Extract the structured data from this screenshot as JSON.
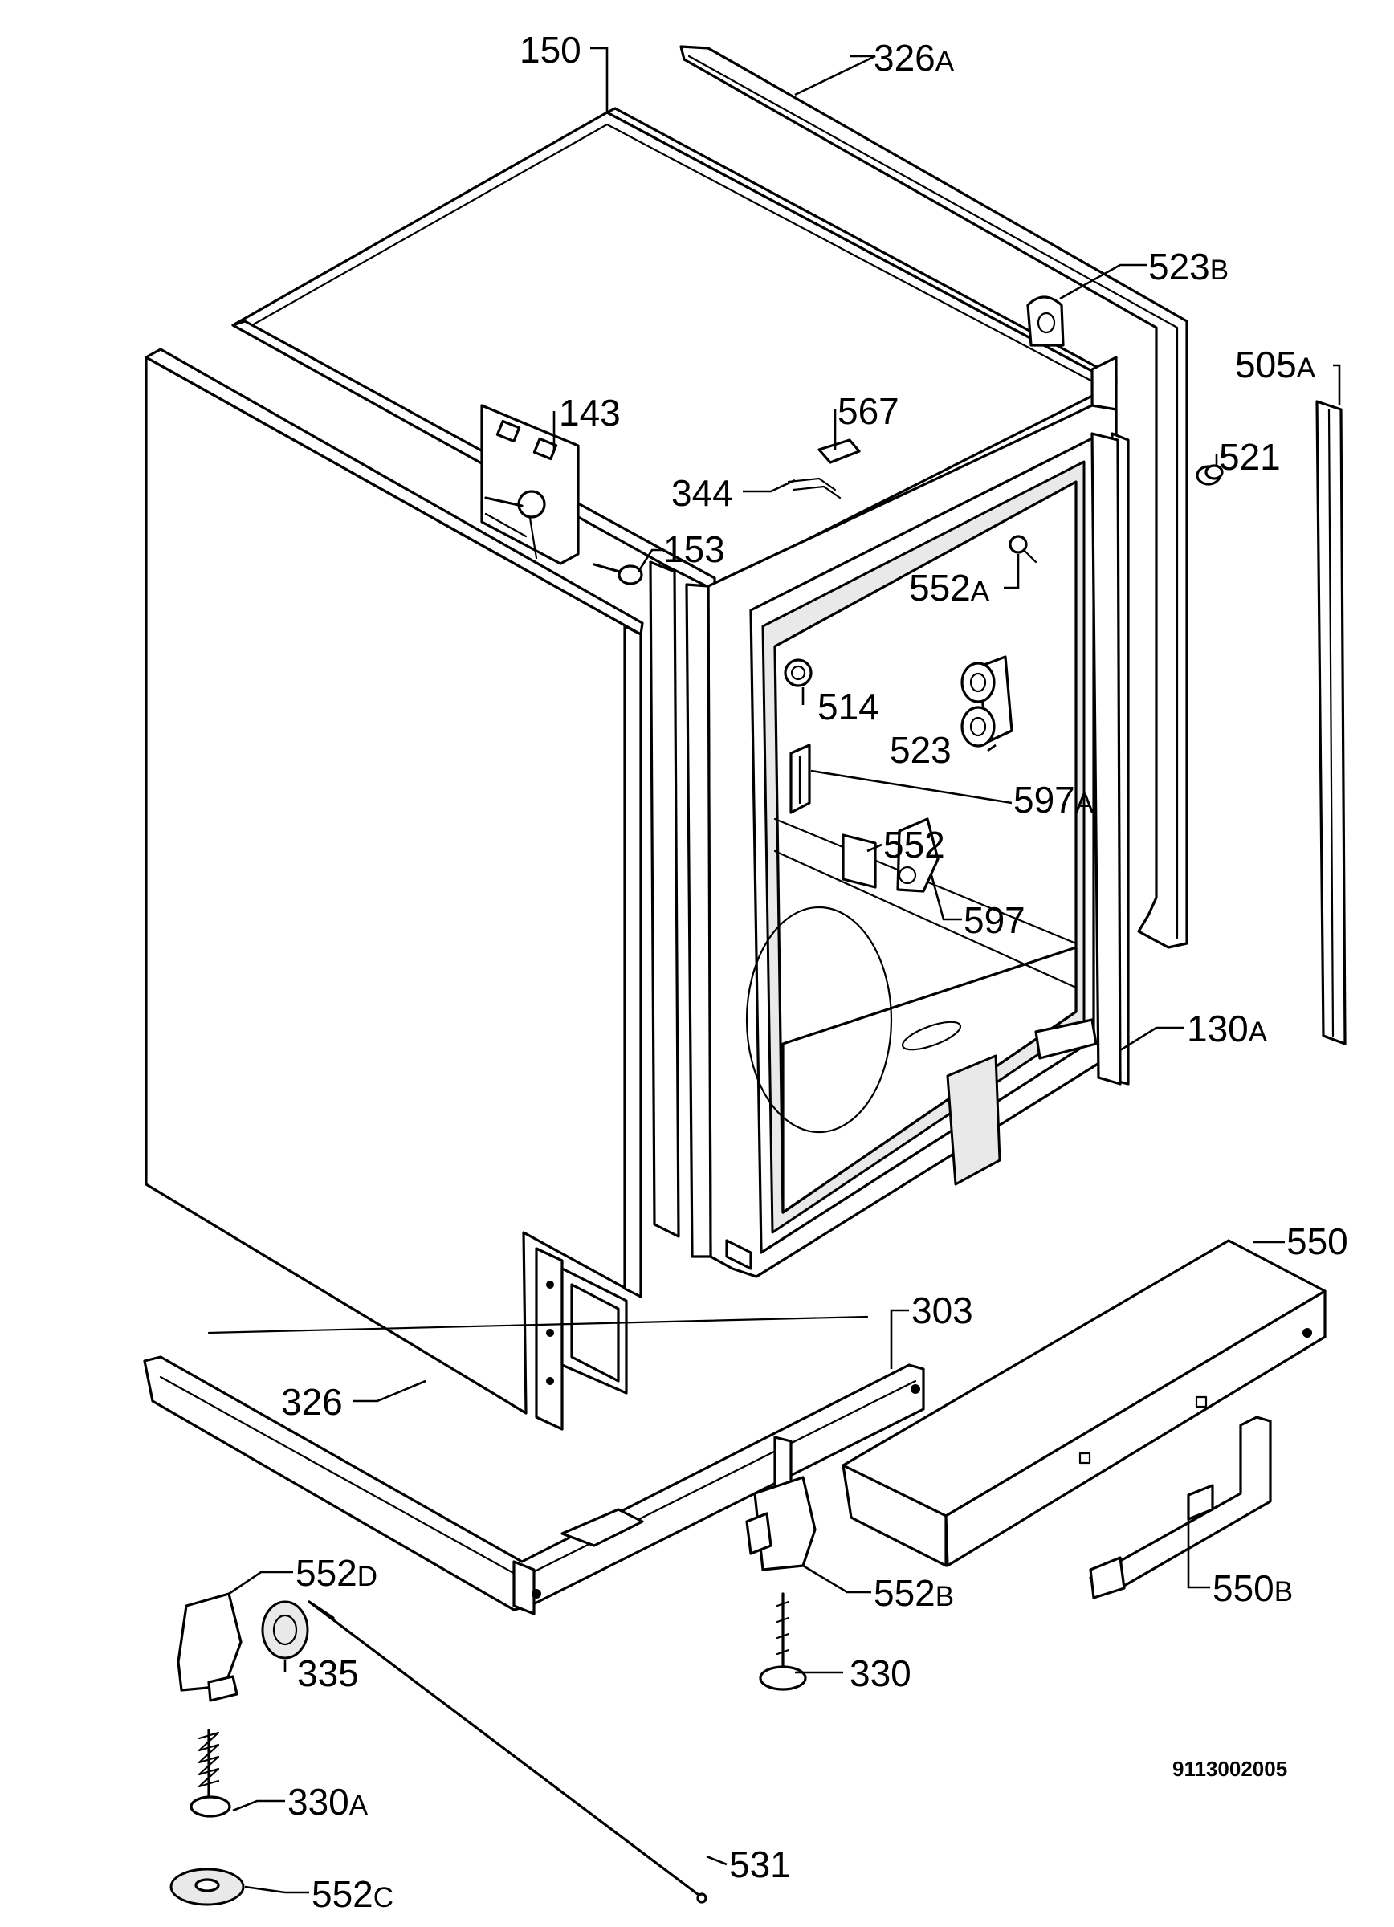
{
  "diagram_code": "9113002005",
  "callouts": [
    {
      "id": "150",
      "num": "150",
      "suf": ""
    },
    {
      "id": "326A",
      "num": "326",
      "suf": "A"
    },
    {
      "id": "523B",
      "num": "523",
      "suf": "B"
    },
    {
      "id": "505A",
      "num": "505",
      "suf": "A"
    },
    {
      "id": "143",
      "num": "143",
      "suf": ""
    },
    {
      "id": "567",
      "num": "567",
      "suf": ""
    },
    {
      "id": "521",
      "num": "521",
      "suf": ""
    },
    {
      "id": "344",
      "num": "344",
      "suf": ""
    },
    {
      "id": "153",
      "num": "153",
      "suf": ""
    },
    {
      "id": "552A",
      "num": "552",
      "suf": "A"
    },
    {
      "id": "514",
      "num": "514",
      "suf": ""
    },
    {
      "id": "523",
      "num": "523",
      "suf": ""
    },
    {
      "id": "597A",
      "num": "597",
      "suf": "A"
    },
    {
      "id": "552",
      "num": "552",
      "suf": ""
    },
    {
      "id": "597",
      "num": "597",
      "suf": ""
    },
    {
      "id": "130A",
      "num": "130",
      "suf": "A"
    },
    {
      "id": "550",
      "num": "550",
      "suf": ""
    },
    {
      "id": "303",
      "num": "303",
      "suf": ""
    },
    {
      "id": "326",
      "num": "326",
      "suf": ""
    },
    {
      "id": "552D",
      "num": "552",
      "suf": "D"
    },
    {
      "id": "552B",
      "num": "552",
      "suf": "B"
    },
    {
      "id": "550B",
      "num": "550",
      "suf": "B"
    },
    {
      "id": "335",
      "num": "335",
      "suf": ""
    },
    {
      "id": "330",
      "num": "330",
      "suf": ""
    },
    {
      "id": "330A",
      "num": "330",
      "suf": "A"
    },
    {
      "id": "531",
      "num": "531",
      "suf": ""
    },
    {
      "id": "552C",
      "num": "552",
      "suf": "C"
    }
  ]
}
